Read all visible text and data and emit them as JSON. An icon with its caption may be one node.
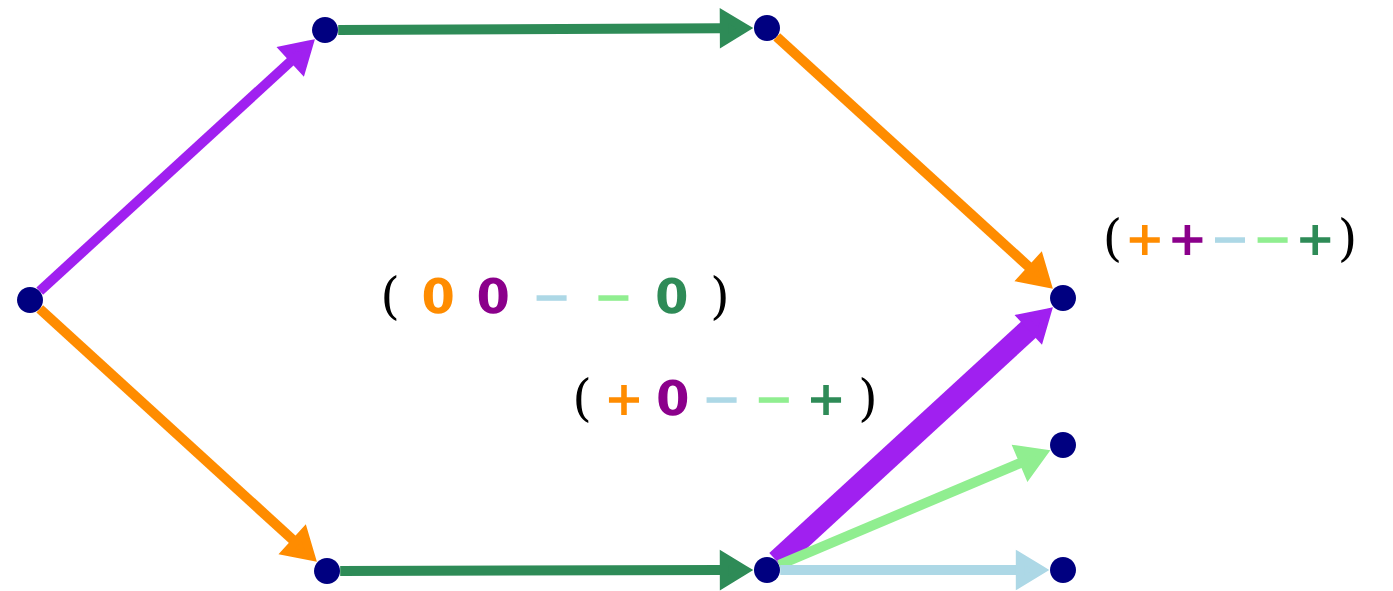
{
  "diagram": {
    "nodes": [
      {
        "text": [],
        "shape": "circle"
      },
      {
        "text": [],
        "shape": "circle"
      },
      {
        "text": [],
        "shape": "circle"
      },
      {
        "text": [],
        "shape": "circle"
      },
      {
        "text": [],
        "shape": "circle"
      },
      {
        "text": [],
        "shape": "circle"
      },
      {
        "text": [],
        "shape": "circle"
      },
      {
        "text": [],
        "shape": "circle"
      }
    ],
    "edges": [
      {
        "from": 0,
        "to": 1,
        "arrow": "to",
        "color": "#a020f0"
      },
      {
        "from": 1,
        "to": 3,
        "arrow": "to",
        "color": "#2e8b57"
      },
      {
        "from": 3,
        "to": 5,
        "arrow": "to",
        "color": "#ff8c00"
      },
      {
        "from": 0,
        "to": 2,
        "arrow": "to",
        "color": "#ff8c00"
      },
      {
        "from": 2,
        "to": 4,
        "arrow": "to",
        "color": "#2e8b57"
      },
      {
        "from": 4,
        "to": 5,
        "arrow": "to",
        "color": "#a020f0",
        "style": "thick"
      },
      {
        "from": 4,
        "to": 6,
        "arrow": "to",
        "color": "#90ee90"
      },
      {
        "from": 4,
        "to": 7,
        "arrow": "to",
        "color": "#add8e6"
      }
    ],
    "labels": [
      "( 0 0 − − 0 )",
      "( + 0 − − + )",
      "( + + − − + )"
    ]
  }
}
